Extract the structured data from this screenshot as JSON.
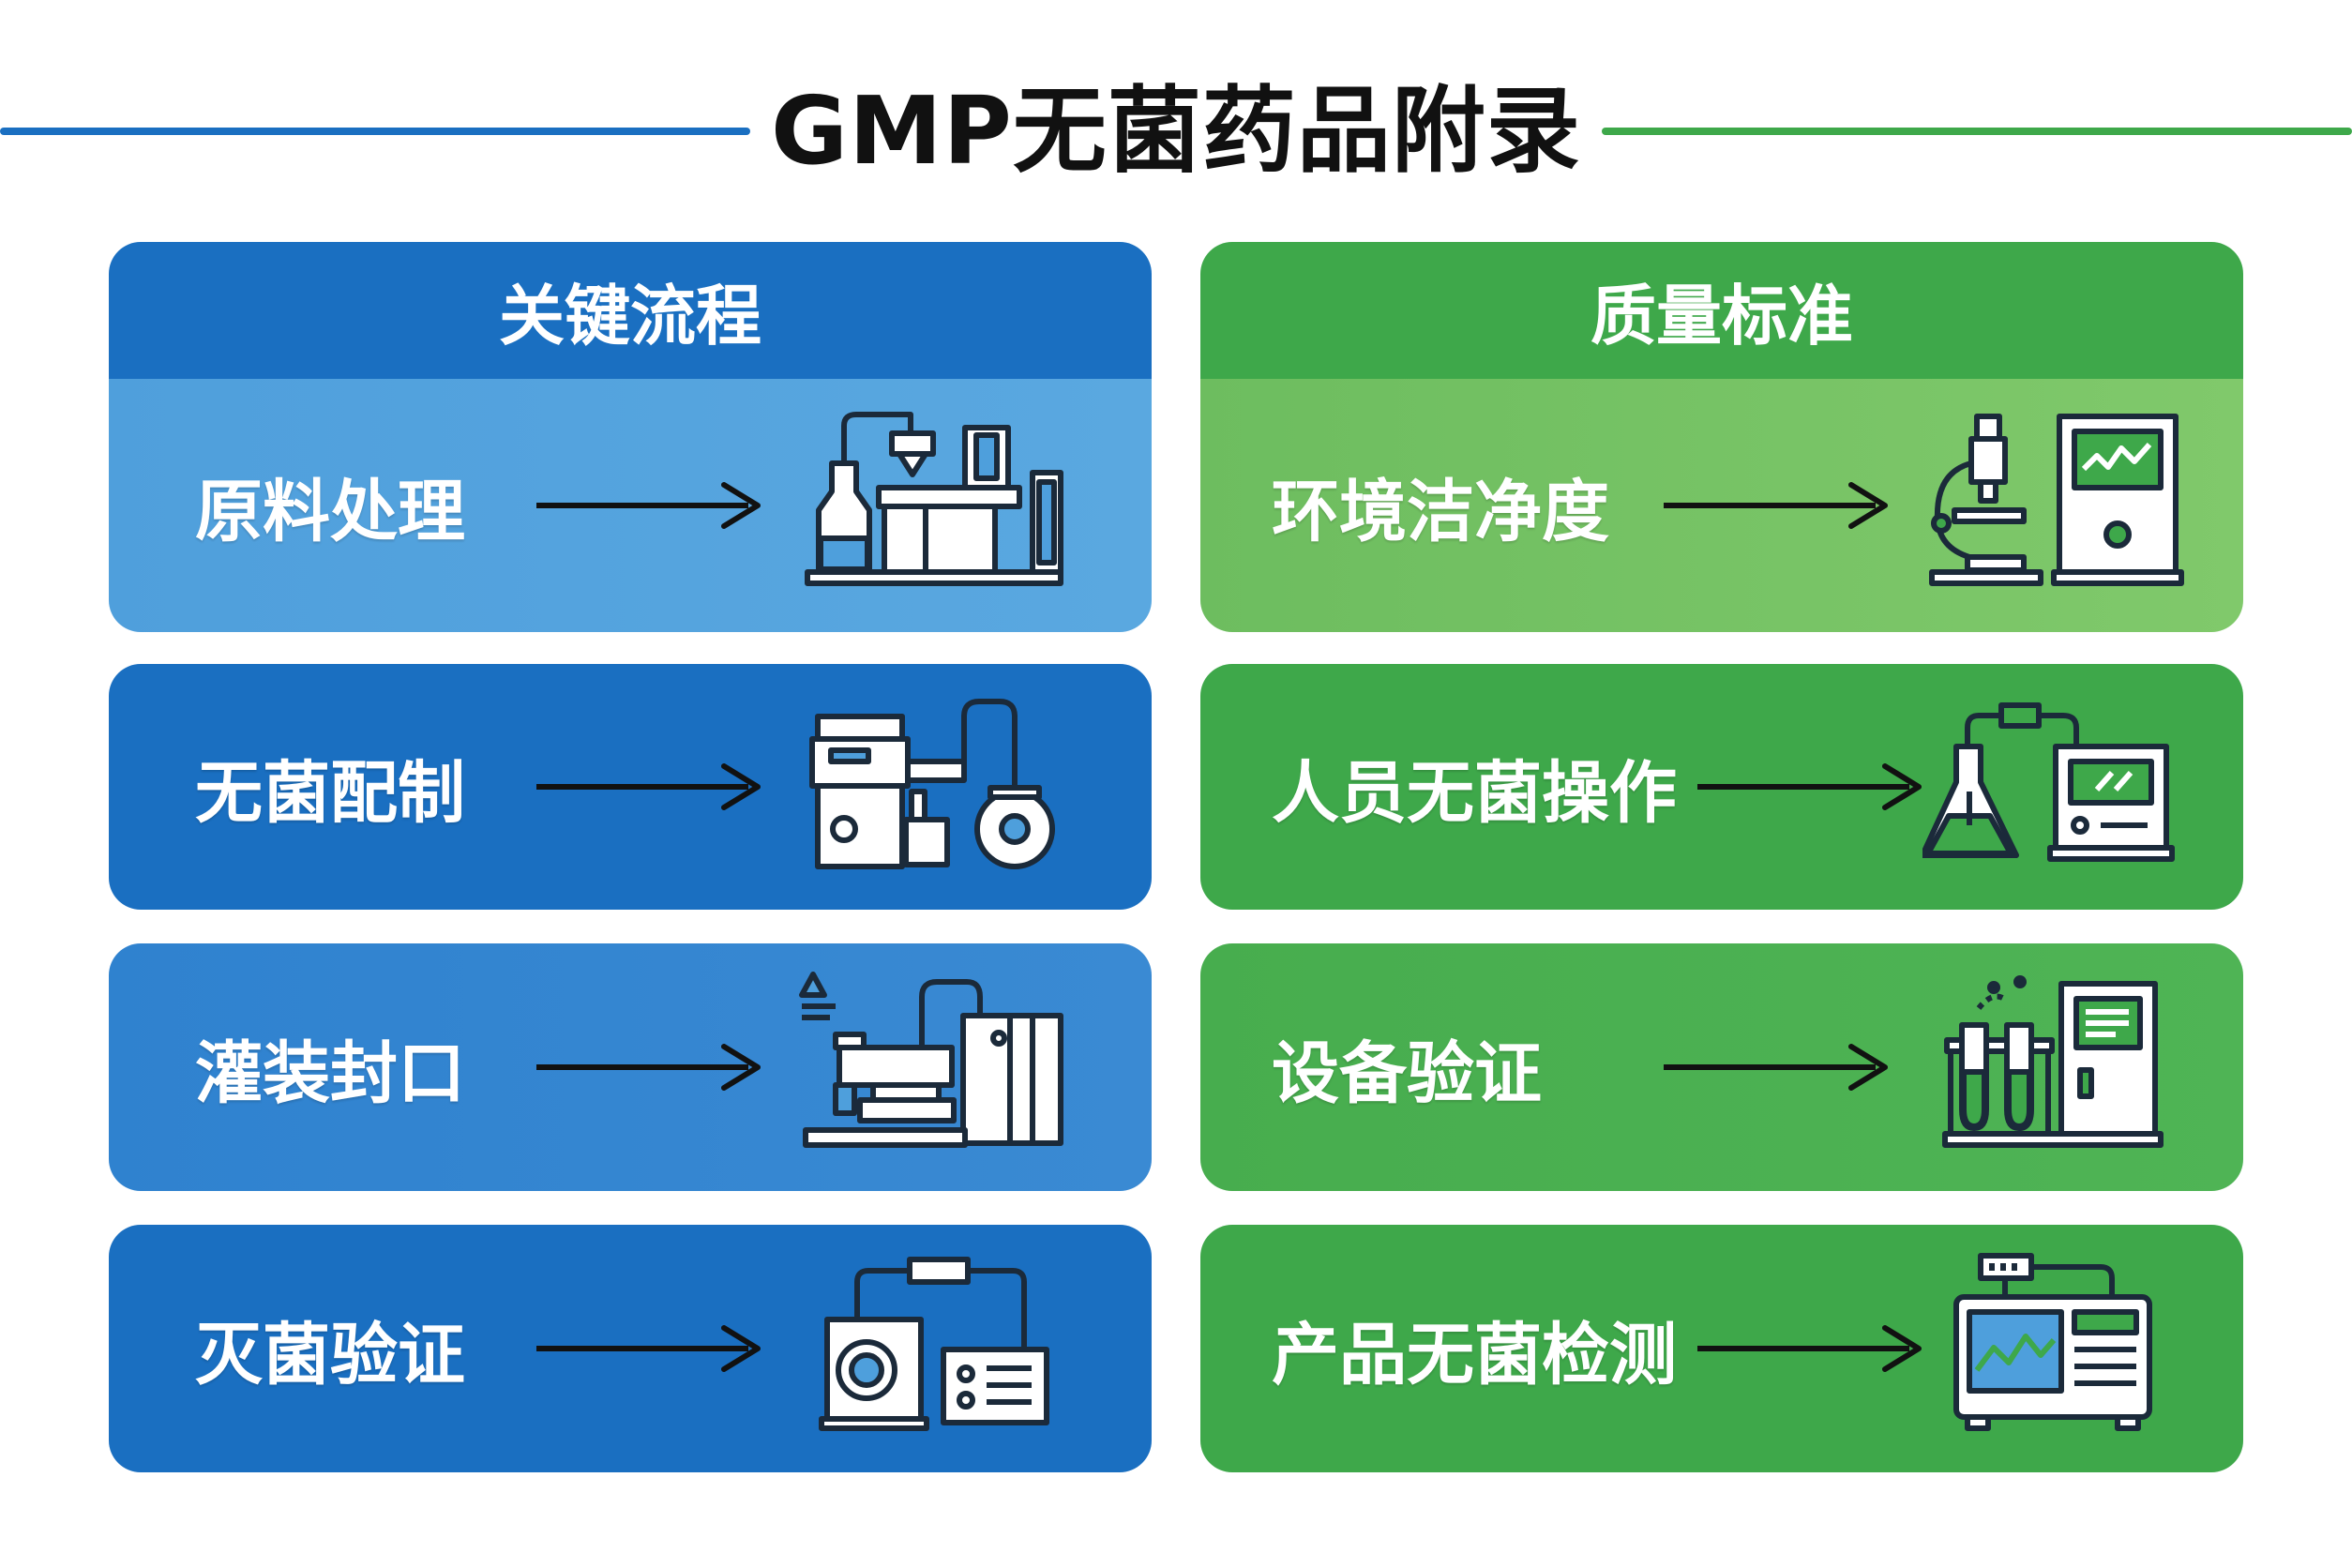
{
  "title": "GMP无菌药品附录",
  "colors": {
    "blue_dark": "#1a6fc1",
    "blue_light": "#4e9fdc",
    "green_dark": "#3ea84a",
    "green_light": "#74c265",
    "ink": "#1b2a3a"
  },
  "left_column": {
    "header": "关键流程",
    "items": [
      {
        "label": "原料处理",
        "icon": "lab-bottle-dispenser-icon"
      },
      {
        "label": "无菌配制",
        "icon": "mixing-reactor-icon"
      },
      {
        "label": "灌装封口",
        "icon": "filling-machine-icon"
      },
      {
        "label": "灭菌验证",
        "icon": "sterilizer-autoclave-icon"
      }
    ]
  },
  "right_column": {
    "header": "质量标准",
    "items": [
      {
        "label": "环境洁净度",
        "icon": "microscope-monitor-icon"
      },
      {
        "label": "人员无菌操作",
        "icon": "flask-analyzer-icon"
      },
      {
        "label": "设备验证",
        "icon": "test-tubes-cabinet-icon"
      },
      {
        "label": "产品无菌检测",
        "icon": "analyzer-screen-icon"
      }
    ]
  }
}
